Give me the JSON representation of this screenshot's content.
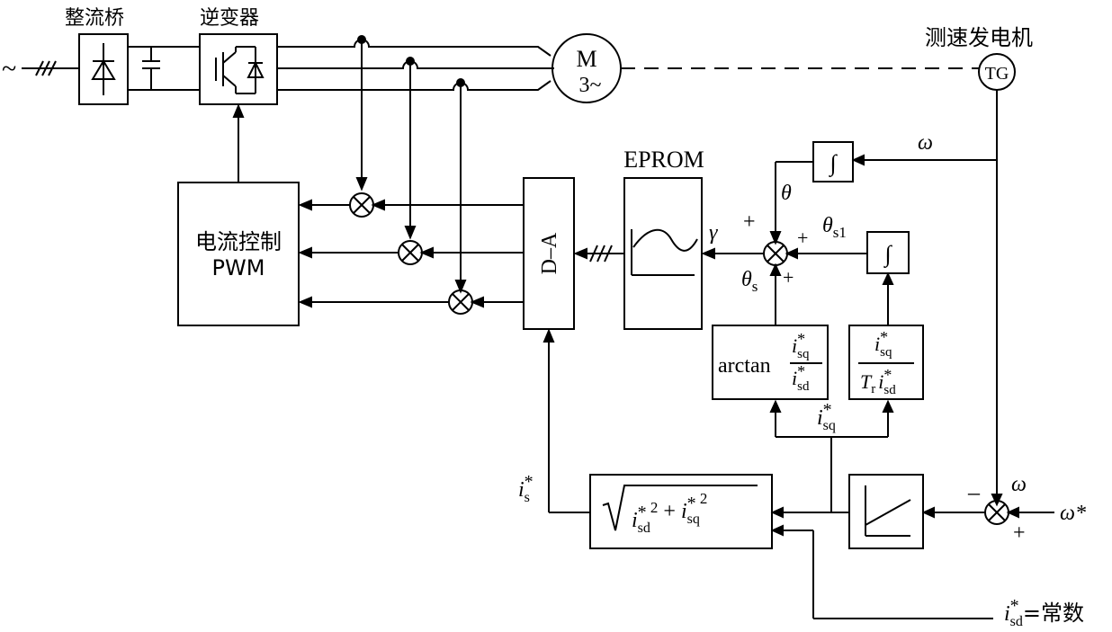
{
  "labels": {
    "rectifier": "整流桥",
    "inverter": "逆变器",
    "tacho": "测速发电机",
    "tg": "TG",
    "motor_m": "M",
    "motor_3": "3~",
    "eprom": "EPROM",
    "current_ctrl_line1": "电流控制",
    "current_ctrl_line2": "PWM",
    "da": "D–A",
    "arctan": "arctan",
    "tr": "T",
    "tr_sub": "r",
    "sqrt_expr_1": "i",
    "sqrt_expr_sup": "*",
    "sqrt_expr_sub_sd": "sd",
    "sqrt_expr_sub_sq": "sq",
    "sqrt_power": "2",
    "plus_sign": "+",
    "integrator": "∫",
    "ac_source": "~",
    "omega": "ω",
    "omega_star": "ω*",
    "theta": "θ",
    "theta_s1": "θ",
    "theta_s1_sub": "s1",
    "theta_s": "θ",
    "theta_s_sub": "s",
    "gamma": "γ",
    "i": "i",
    "star": "*",
    "sub_sq": "sq",
    "sub_sd": "sd",
    "sub_s": "s",
    "isd_const_rhs": "=常数",
    "sign_plus": "+",
    "sign_minus": "–"
  },
  "colors": {
    "ink": "#000000",
    "bg": "#ffffff"
  }
}
